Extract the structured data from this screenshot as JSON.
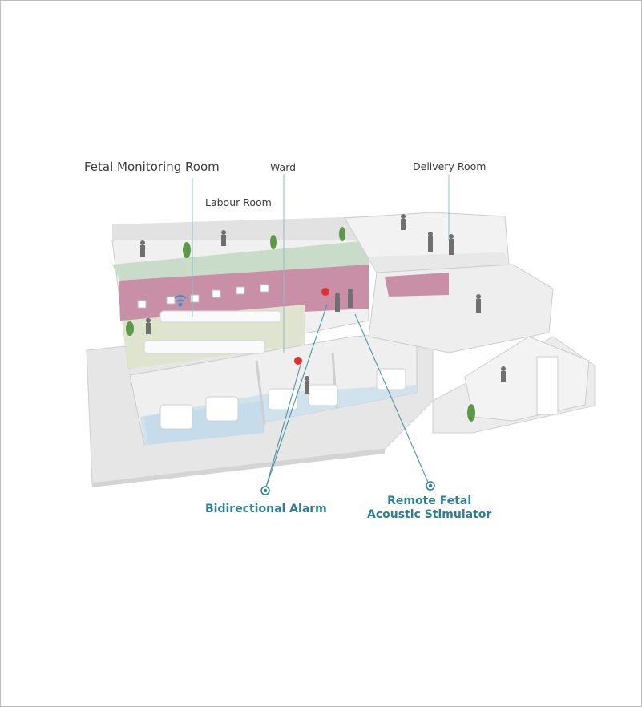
{
  "labels": {
    "fetal_monitoring_room": "Fetal Monitoring Room",
    "ward": "Ward",
    "delivery_room": "Delivery Room",
    "labour_room": "Labour Room"
  },
  "callouts": {
    "bidirectional_alarm": "Bidirectional Alarm",
    "remote_stimulator_line1": "Remote Fetal",
    "remote_stimulator_line2": "Acoustic Stimulator"
  },
  "colors": {
    "accent_teal": "#2f7f93",
    "fetal_room_floor": "#c9dcc9",
    "monitoring_wall": "#c98fa7",
    "ward_floor": "#cfe2ee",
    "alarm_red": "#e0322e"
  }
}
